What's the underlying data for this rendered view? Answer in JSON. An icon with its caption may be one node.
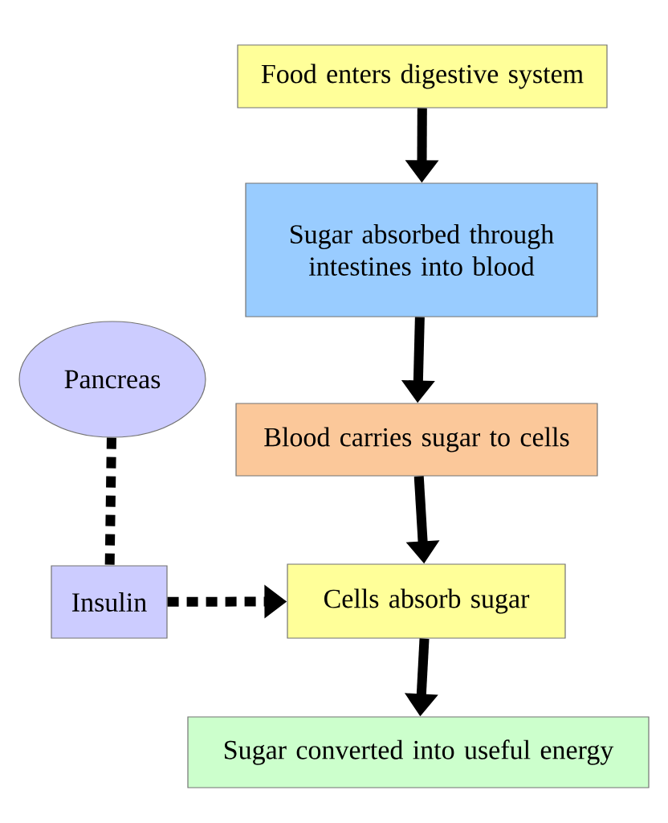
{
  "diagram": {
    "nodes": [
      {
        "text": [
          "Food enters digestive system"
        ]
      },
      {
        "text": [
          "Sugar absorbed through intestines into blood"
        ]
      },
      {
        "text": [
          "Blood carries sugar to cells"
        ]
      },
      {
        "text": [
          "Pancreas"
        ]
      },
      {
        "text": [
          "Insulin"
        ]
      },
      {
        "text": [
          "Cells absorb sugar"
        ]
      },
      {
        "text": [
          "Sugar converted into useful energy"
        ]
      }
    ],
    "edges": [
      {
        "from": 0,
        "to": 1,
        "arrow": "to"
      },
      {
        "from": 1,
        "to": 2,
        "arrow": "to"
      },
      {
        "from": 2,
        "to": 5,
        "arrow": "to"
      },
      {
        "from": 5,
        "to": 6,
        "arrow": "to"
      },
      {
        "from": 3,
        "to": 4,
        "arrow": "none",
        "style": "dashed"
      },
      {
        "from": 4,
        "to": 5,
        "arrow": "to",
        "style": "dashed"
      }
    ]
  }
}
